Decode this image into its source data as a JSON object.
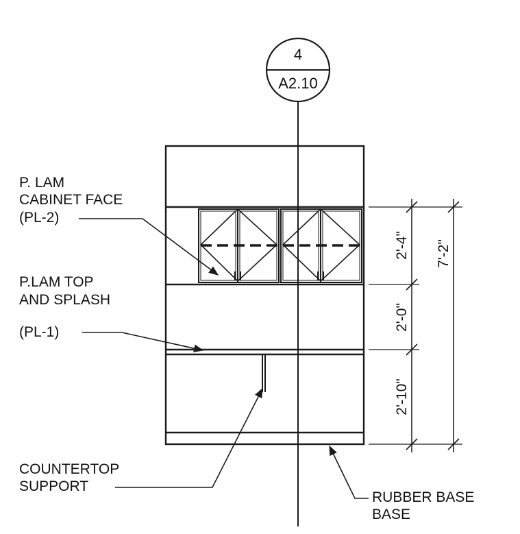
{
  "section_marker": {
    "number": "4",
    "sheet": "A2.10"
  },
  "labels": {
    "cabinet_face": [
      "P. LAM",
      "CABINET FACE",
      "(PL-2)"
    ],
    "top_and_splash": [
      "P.LAM TOP",
      "AND SPLASH",
      "(PL-1)"
    ],
    "countertop_support": [
      "COUNTERTOP",
      "SUPPORT"
    ],
    "rubber_base": [
      "RUBBER BASE",
      "BASE"
    ]
  },
  "dimensions": {
    "upper_cabinet": "2'-4\"",
    "backsplash": "2'-0\"",
    "base_cabinet": "2'-10\"",
    "overall": "7'-2\""
  }
}
